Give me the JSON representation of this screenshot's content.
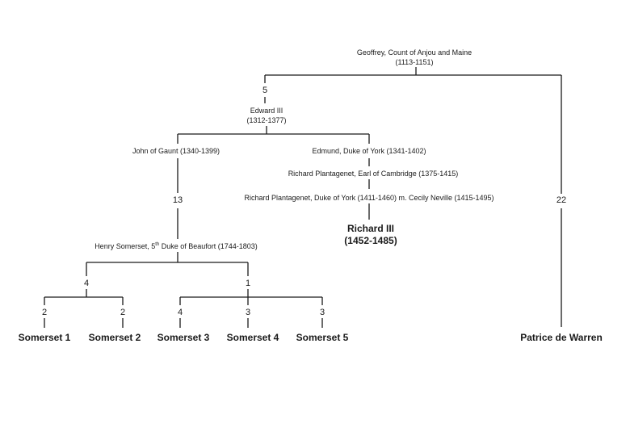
{
  "nodes": {
    "geoffrey": {
      "name": "Geoffrey, Count of Anjou and Maine",
      "dates": "(1113-1151)"
    },
    "edward_iii": {
      "name": "Edward III",
      "dates": "(1312-1377)"
    },
    "john_of_gaunt": {
      "name": "John of Gaunt (1340-1399)"
    },
    "edmund": {
      "name": "Edmund, Duke of York (1341-1402)"
    },
    "richard_cambridge": {
      "name": "Richard Plantagenet, Earl of Cambridge (1375-1415)"
    },
    "richard_york": {
      "name": "Richard Plantagenet, Duke of York (1411-1460) m. Cecily Neville (1415-1495)"
    },
    "richard_iii": {
      "name": "Richard III",
      "dates": "(1452-1485)"
    },
    "henry_somerset": {
      "prefix": "Henry Somerset, 5",
      "sup": "th",
      "suffix": " Duke of Beaufort (1744-1803)"
    },
    "somerset_1": {
      "name": "Somerset 1"
    },
    "somerset_2": {
      "name": "Somerset 2"
    },
    "somerset_3": {
      "name": "Somerset 3"
    },
    "somerset_4": {
      "name": "Somerset 4"
    },
    "somerset_5": {
      "name": "Somerset 5"
    },
    "patrice": {
      "name": "Patrice de Warren"
    }
  },
  "generations": {
    "geoffrey_to_edward": "5",
    "gaunt_to_henry": "13",
    "geoffrey_to_patrice": "22",
    "henry_to_left": "4",
    "henry_to_right": "1",
    "to_somerset_1": "2",
    "to_somerset_2": "2",
    "to_somerset_3": "4",
    "to_somerset_4": "3",
    "to_somerset_5": "3"
  }
}
